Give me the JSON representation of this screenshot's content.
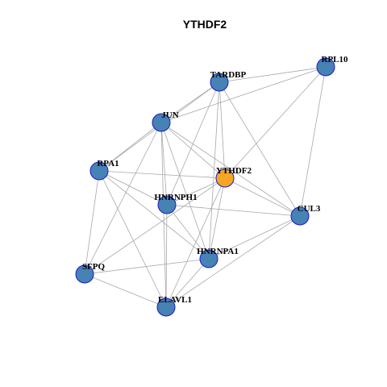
{
  "title": "YTHDF2",
  "colors": {
    "node_default": "#4682b4",
    "node_highlight": "#f5a623",
    "node_border": "#1a1acc",
    "edge": "#a8a8a8"
  },
  "nodes": [
    {
      "id": "RPL10",
      "label": "RPL10",
      "highlight": false
    },
    {
      "id": "TARDBP",
      "label": "TARDBP",
      "highlight": false
    },
    {
      "id": "JUN",
      "label": "JUN",
      "highlight": false
    },
    {
      "id": "RPA1",
      "label": "RPA1",
      "highlight": false
    },
    {
      "id": "YTHDF2",
      "label": "YTHDF2",
      "highlight": true
    },
    {
      "id": "HNRNPH1",
      "label": "HNRNPH1",
      "highlight": false
    },
    {
      "id": "CUL3",
      "label": "CUL3",
      "highlight": false
    },
    {
      "id": "HNRNPA1",
      "label": "HNRNPA1",
      "highlight": false
    },
    {
      "id": "SFPQ",
      "label": "SFPQ",
      "highlight": false
    },
    {
      "id": "ELAVL1",
      "label": "ELAVL1",
      "highlight": false
    }
  ],
  "edges": [
    [
      "RPL10",
      "TARDBP"
    ],
    [
      "RPL10",
      "JUN"
    ],
    [
      "RPL10",
      "YTHDF2"
    ],
    [
      "RPL10",
      "CUL3"
    ],
    [
      "TARDBP",
      "JUN"
    ],
    [
      "TARDBP",
      "RPA1"
    ],
    [
      "TARDBP",
      "YTHDF2"
    ],
    [
      "TARDBP",
      "HNRNPH1"
    ],
    [
      "TARDBP",
      "CUL3"
    ],
    [
      "TARDBP",
      "HNRNPA1"
    ],
    [
      "JUN",
      "RPA1"
    ],
    [
      "JUN",
      "YTHDF2"
    ],
    [
      "JUN",
      "HNRNPH1"
    ],
    [
      "JUN",
      "CUL3"
    ],
    [
      "JUN",
      "HNRNPA1"
    ],
    [
      "JUN",
      "SFPQ"
    ],
    [
      "JUN",
      "ELAVL1"
    ],
    [
      "RPA1",
      "YTHDF2"
    ],
    [
      "RPA1",
      "HNRNPH1"
    ],
    [
      "RPA1",
      "HNRNPA1"
    ],
    [
      "RPA1",
      "SFPQ"
    ],
    [
      "RPA1",
      "ELAVL1"
    ],
    [
      "YTHDF2",
      "HNRNPH1"
    ],
    [
      "YTHDF2",
      "CUL3"
    ],
    [
      "YTHDF2",
      "HNRNPA1"
    ],
    [
      "YTHDF2",
      "SFPQ"
    ],
    [
      "YTHDF2",
      "ELAVL1"
    ],
    [
      "HNRNPH1",
      "CUL3"
    ],
    [
      "HNRNPH1",
      "HNRNPA1"
    ],
    [
      "HNRNPH1",
      "ELAVL1"
    ],
    [
      "CUL3",
      "HNRNPA1"
    ],
    [
      "CUL3",
      "ELAVL1"
    ],
    [
      "HNRNPA1",
      "SFPQ"
    ],
    [
      "HNRNPA1",
      "ELAVL1"
    ],
    [
      "SFPQ",
      "ELAVL1"
    ]
  ]
}
